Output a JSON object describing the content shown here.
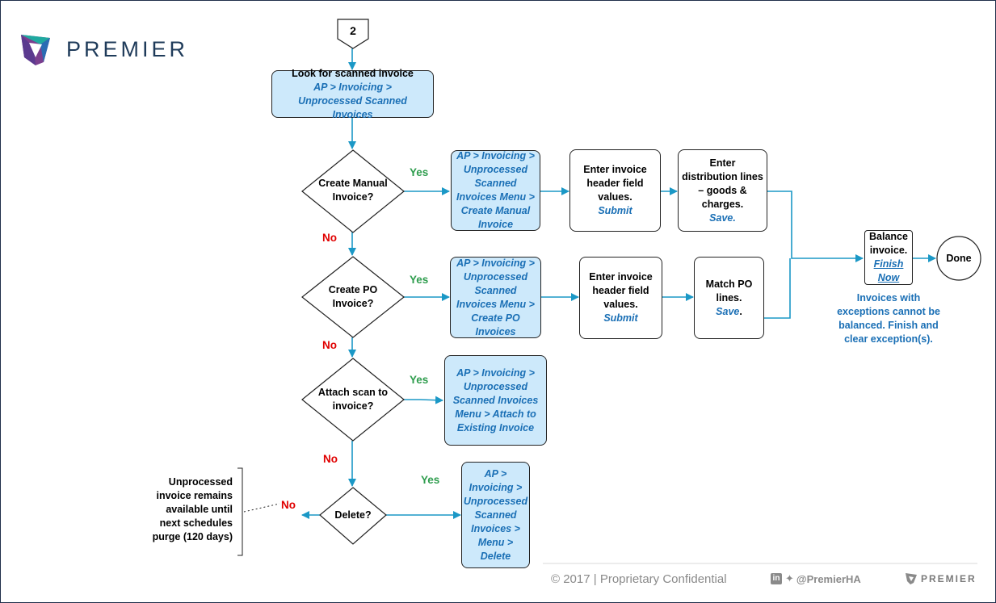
{
  "brand": {
    "name": "PREMIER"
  },
  "flow": {
    "start_connector": "2",
    "look_for": {
      "title": "Look for scanned invoice",
      "nav": "AP > Invoicing > Unprocessed Scanned Invoices"
    },
    "create_manual": {
      "question": "Create Manual Invoice?",
      "yes": "Yes",
      "no": "No",
      "nav": "AP > Invoicing > Unprocessed Scanned Invoices Menu > Create Manual Invoice",
      "step1": {
        "text": "Enter invoice header field values.",
        "action": "Submit"
      },
      "step2": {
        "text": "Enter distribution lines – goods & charges.",
        "action": "Save."
      }
    },
    "create_po": {
      "question": "Create PO Invoice?",
      "yes": "Yes",
      "no": "No",
      "nav": "AP > Invoicing > Unprocessed Scanned Invoices Menu > Create PO Invoices",
      "step1": {
        "text": "Enter invoice header field values.",
        "action": "Submit"
      },
      "step2": {
        "text": "Match PO lines.",
        "action": "Save"
      }
    },
    "attach": {
      "question": "Attach scan to invoice?",
      "yes": "Yes",
      "no": "No",
      "nav": "AP > Invoicing > Unprocessed Scanned Invoices Menu > Attach to Existing Invoice"
    },
    "delete": {
      "question": "Delete?",
      "yes": "Yes",
      "no": "No",
      "nav": "AP > Invoicing > Unprocessed Scanned Invoices > Menu > Delete"
    },
    "balance": {
      "text": "Balance invoice.",
      "action": "Finish Now"
    },
    "done": "Done",
    "exception_note": "Invoices with exceptions cannot be balanced. Finish and clear exception(s).",
    "unprocessed_note": "Unprocessed invoice remains available until next schedules purge (120 days)"
  },
  "footer": {
    "copyright": "© 2017 | Proprietary Confidential",
    "social": "@PremierHA",
    "brand": "PREMIER"
  },
  "colors": {
    "arrow": "#1b98c6",
    "box_fill": "#cde9fb",
    "nav_text": "#1a6fb5",
    "yes": "#2f9d4e",
    "no": "#e00000"
  }
}
